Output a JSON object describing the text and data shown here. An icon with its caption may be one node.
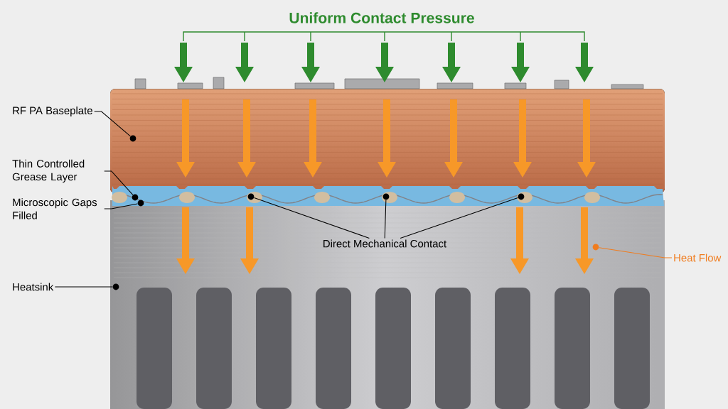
{
  "diagram": {
    "nodes": [
      {
        "text": [
          "RF PA Baseplate"
        ]
      },
      {
        "text": [],
        "shape": "circle"
      },
      {
        "text": [
          "Thin Controlled Grease Layer"
        ]
      },
      {
        "text": [],
        "shape": "circle"
      },
      {
        "text": [
          "Microscopic Gaps Filled"
        ]
      },
      {
        "text": [],
        "shape": "circle"
      },
      {
        "text": [
          "Heatsink"
        ]
      },
      {
        "text": [],
        "shape": "circle"
      },
      {
        "text": [
          "Direct Mechanical Contact"
        ]
      },
      {
        "text": [],
        "shape": "circle"
      },
      {
        "text": [],
        "shape": "circle"
      },
      {
        "text": [],
        "shape": "circle"
      },
      {
        "text": [
          "Heat Flow"
        ]
      },
      {
        "text": [],
        "shape": "circle"
      }
    ],
    "edges": [
      {
        "from": 0,
        "to": 1,
        "arrow": "none"
      },
      {
        "from": 2,
        "to": 3,
        "arrow": "none"
      },
      {
        "from": 4,
        "to": 5,
        "arrow": "none"
      },
      {
        "from": 6,
        "to": 7,
        "arrow": "none"
      },
      {
        "from": 8,
        "to": 9,
        "arrow": "none"
      },
      {
        "from": 8,
        "to": 10,
        "arrow": "none"
      },
      {
        "from": 8,
        "to": 11,
        "arrow": "none"
      },
      {
        "from": 12,
        "to": 13,
        "arrow": "none",
        "color": "#f07c1e"
      }
    ],
    "labels": [
      "Uniform Contact Pressure"
    ]
  }
}
